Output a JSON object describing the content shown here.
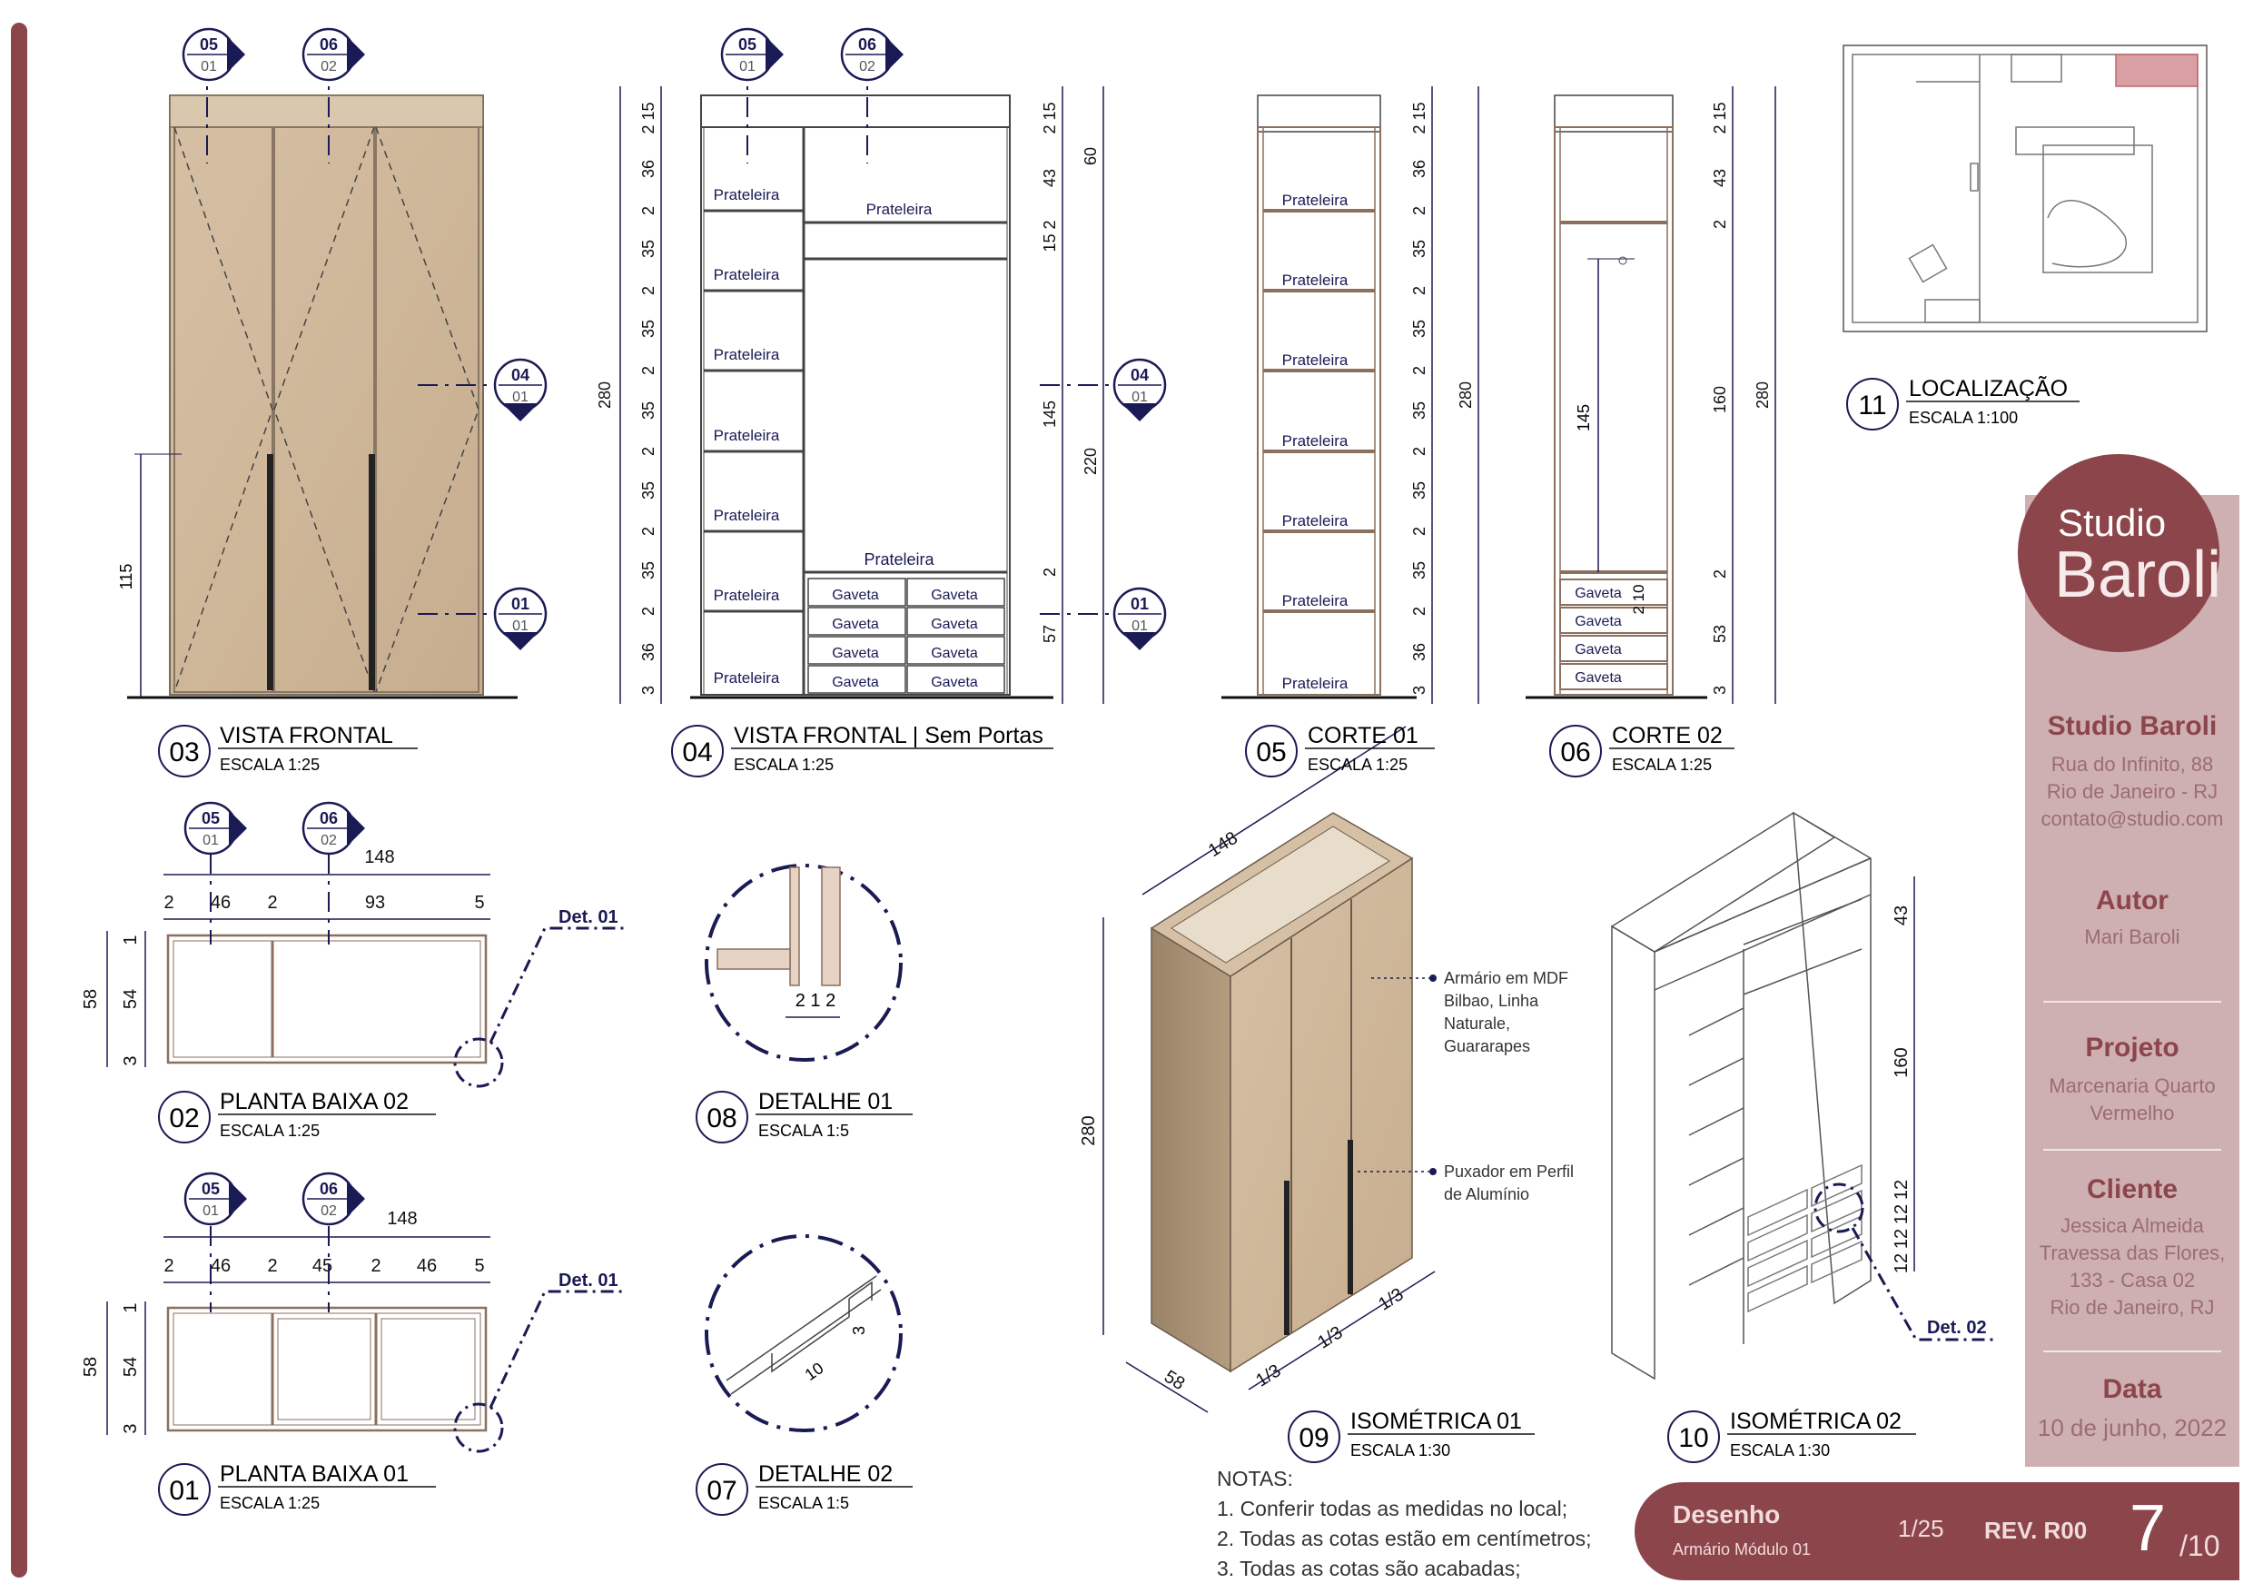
{
  "colors": {
    "brand": "#8c454a",
    "sidebar": "#cfb0b2",
    "wood": "#cdb69a",
    "marker": "#1a1a55"
  },
  "views": {
    "v03": {
      "num": "03",
      "title": "VISTA FRONTAL",
      "scale": "ESCALA 1:25"
    },
    "v04": {
      "num": "04",
      "title": "VISTA FRONTAL | Sem Portas",
      "scale": "ESCALA 1:25"
    },
    "v05": {
      "num": "05",
      "title": "CORTE 01",
      "scale": "ESCALA 1:25"
    },
    "v06": {
      "num": "06",
      "title": "CORTE 02",
      "scale": "ESCALA 1:25"
    },
    "v11": {
      "num": "11",
      "title": "LOCALIZAÇÃO",
      "scale": "ESCALA 1:100"
    },
    "v02": {
      "num": "02",
      "title": "PLANTA BAIXA 02",
      "scale": "ESCALA 1:25"
    },
    "v01": {
      "num": "01",
      "title": "PLANTA BAIXA 01",
      "scale": "ESCALA 1:25"
    },
    "v08": {
      "num": "08",
      "title": "DETALHE 01",
      "scale": "ESCALA 1:5"
    },
    "v07": {
      "num": "07",
      "title": "DETALHE 02",
      "scale": "ESCALA 1:5"
    },
    "v09": {
      "num": "09",
      "title": "ISOMÉTRICA 01",
      "scale": "ESCALA 1:30"
    },
    "v10": {
      "num": "10",
      "title": "ISOMÉTRICA 02",
      "scale": "ESCALA 1:30"
    }
  },
  "markers": {
    "m05": {
      "top": "05",
      "bottom": "01"
    },
    "m06": {
      "top": "06",
      "bottom": "02"
    },
    "m04": {
      "top": "04",
      "bottom": "01"
    },
    "m01": {
      "top": "01",
      "bottom": "01"
    }
  },
  "labels": {
    "shelf": "Prateleira",
    "drawer": "Gaveta",
    "det01": "Det. 01",
    "det02": "Det. 02",
    "callout_mdf": [
      "Armário em MDF",
      "Bilbao, Linha",
      "Naturale,",
      "Guararapes"
    ],
    "callout_handle": [
      "Puxador em Perfil",
      "de Alumínio"
    ]
  },
  "dims": {
    "v03_handle": "115",
    "v04_left": [
      "2 15",
      "36",
      "2",
      "35",
      "2",
      "35",
      "2",
      "35",
      "2",
      "35",
      "2",
      "35",
      "2",
      "36",
      "3"
    ],
    "v04_total": "280",
    "v04_right_a": [
      "2 15",
      "43",
      "15 2",
      "145",
      "2",
      "57"
    ],
    "v04_right_b": [
      "60",
      "220"
    ],
    "v05_right": [
      "2 15",
      "36",
      "2",
      "35",
      "2",
      "35",
      "2",
      "35",
      "2",
      "35",
      "2",
      "35",
      "2",
      "36",
      "3"
    ],
    "v05_total": "280",
    "v06_right": [
      "2 15",
      "43",
      "2",
      "160",
      "2",
      "53",
      "3"
    ],
    "v06_inner": [
      "145",
      "2 10"
    ],
    "v06_total": "280",
    "plan_total": "148",
    "plan02_top": [
      "2",
      "46",
      "2",
      "93",
      "5"
    ],
    "plan01_top": [
      "2",
      "46",
      "2",
      "45",
      "2",
      "46",
      "5"
    ],
    "plan_side": [
      "1",
      "54",
      "3"
    ],
    "plan_depth": "58",
    "det01": "2 1 2",
    "det02_a": "10",
    "det02_b": "3",
    "iso01": {
      "width": "148",
      "height": "280",
      "depth": "58",
      "thirds": [
        "1/3",
        "1/3",
        "1/3"
      ]
    },
    "iso02": [
      "43",
      "160",
      "12",
      "12",
      "12",
      "12"
    ]
  },
  "notes": {
    "title": "NOTAS:",
    "items": [
      "1. Conferir todas as medidas no local;",
      "2. Todas as cotas estão em centímetros;",
      "3. Todas as cotas são acabadas;"
    ]
  },
  "brand": {
    "logo_line1": "Studio",
    "logo_line2": "Baroli"
  },
  "sidebar": {
    "company": "Studio Baroli",
    "address": [
      "Rua do Infinito, 88",
      "Rio de Janeiro - RJ",
      "contato@studio.com"
    ],
    "author_label": "Autor",
    "author": "Mari Baroli",
    "project_label": "Projeto",
    "project": [
      "Marcenaria Quarto",
      "Vermelho"
    ],
    "client_label": "Cliente",
    "client": [
      "Jessica Almeida",
      "Travessa das Flores,",
      "133 - Casa 02",
      "Rio de Janeiro, RJ"
    ],
    "date_label": "Data",
    "date": "10 de junho, 2022"
  },
  "titleblock": {
    "label": "Desenho",
    "drawing": "Armário Módulo 01",
    "scale": "1/25",
    "rev": "REV. R00",
    "sheet": "7",
    "total": "/10"
  }
}
